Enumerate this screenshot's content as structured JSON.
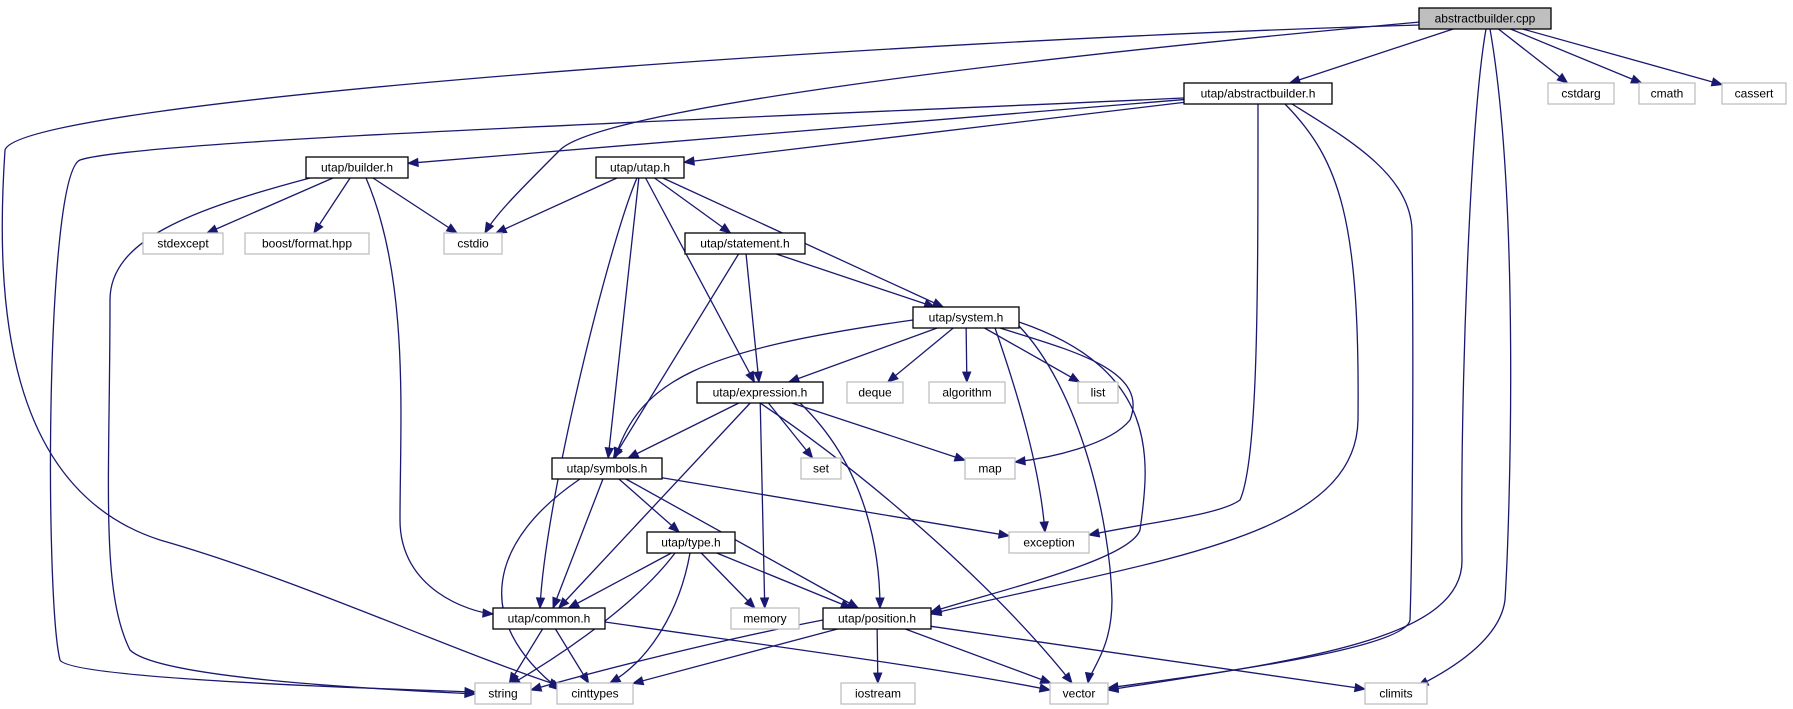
{
  "diagram": {
    "type": "include-dependency-graph",
    "colors": {
      "edge": "#191970",
      "root_fill": "#bfbfbf",
      "local_border": "#000000",
      "system_border": "#bfbfbf",
      "background": "#ffffff"
    },
    "nodes": [
      {
        "id": "abstractbuilder_cpp",
        "label": "abstractbuilder.cpp",
        "kind": "root"
      },
      {
        "id": "abstractbuilder_h",
        "label": "utap/abstractbuilder.h",
        "kind": "local"
      },
      {
        "id": "cstdarg",
        "label": "cstdarg",
        "kind": "system"
      },
      {
        "id": "cmath",
        "label": "cmath",
        "kind": "system"
      },
      {
        "id": "cassert",
        "label": "cassert",
        "kind": "system"
      },
      {
        "id": "builder_h",
        "label": "utap/builder.h",
        "kind": "local"
      },
      {
        "id": "utap_h",
        "label": "utap/utap.h",
        "kind": "local"
      },
      {
        "id": "stdexcept",
        "label": "stdexcept",
        "kind": "system"
      },
      {
        "id": "boost_format",
        "label": "boost/format.hpp",
        "kind": "system"
      },
      {
        "id": "cstdio",
        "label": "cstdio",
        "kind": "system"
      },
      {
        "id": "statement_h",
        "label": "utap/statement.h",
        "kind": "local"
      },
      {
        "id": "system_h",
        "label": "utap/system.h",
        "kind": "local"
      },
      {
        "id": "expression_h",
        "label": "utap/expression.h",
        "kind": "local"
      },
      {
        "id": "deque",
        "label": "deque",
        "kind": "system"
      },
      {
        "id": "algorithm",
        "label": "algorithm",
        "kind": "system"
      },
      {
        "id": "list",
        "label": "list",
        "kind": "system"
      },
      {
        "id": "symbols_h",
        "label": "utap/symbols.h",
        "kind": "local"
      },
      {
        "id": "set",
        "label": "set",
        "kind": "system"
      },
      {
        "id": "map",
        "label": "map",
        "kind": "system"
      },
      {
        "id": "exception",
        "label": "exception",
        "kind": "system"
      },
      {
        "id": "type_h",
        "label": "utap/type.h",
        "kind": "local"
      },
      {
        "id": "common_h",
        "label": "utap/common.h",
        "kind": "local"
      },
      {
        "id": "memory",
        "label": "memory",
        "kind": "system"
      },
      {
        "id": "position_h",
        "label": "utap/position.h",
        "kind": "local"
      },
      {
        "id": "string",
        "label": "string",
        "kind": "system"
      },
      {
        "id": "cinttypes",
        "label": "cinttypes",
        "kind": "system"
      },
      {
        "id": "iostream",
        "label": "iostream",
        "kind": "system"
      },
      {
        "id": "vector",
        "label": "vector",
        "kind": "system"
      },
      {
        "id": "climits",
        "label": "climits",
        "kind": "system"
      }
    ],
    "edges": [
      [
        "abstractbuilder_cpp",
        "abstractbuilder_h"
      ],
      [
        "abstractbuilder_cpp",
        "cstdarg"
      ],
      [
        "abstractbuilder_cpp",
        "cmath"
      ],
      [
        "abstractbuilder_cpp",
        "cassert"
      ],
      [
        "abstractbuilder_cpp",
        "cstdio"
      ],
      [
        "abstractbuilder_cpp",
        "cinttypes"
      ],
      [
        "abstractbuilder_cpp",
        "vector"
      ],
      [
        "abstractbuilder_cpp",
        "climits"
      ],
      [
        "abstractbuilder_h",
        "builder_h"
      ],
      [
        "abstractbuilder_h",
        "utap_h"
      ],
      [
        "abstractbuilder_h",
        "string"
      ],
      [
        "abstractbuilder_h",
        "exception"
      ],
      [
        "abstractbuilder_h",
        "position_h"
      ],
      [
        "abstractbuilder_h",
        "vector"
      ],
      [
        "builder_h",
        "stdexcept"
      ],
      [
        "builder_h",
        "boost_format"
      ],
      [
        "builder_h",
        "cstdio"
      ],
      [
        "builder_h",
        "common_h"
      ],
      [
        "builder_h",
        "string"
      ],
      [
        "utap_h",
        "cstdio"
      ],
      [
        "utap_h",
        "statement_h"
      ],
      [
        "utap_h",
        "system_h"
      ],
      [
        "utap_h",
        "expression_h"
      ],
      [
        "utap_h",
        "symbols_h"
      ],
      [
        "utap_h",
        "common_h"
      ],
      [
        "statement_h",
        "system_h"
      ],
      [
        "statement_h",
        "expression_h"
      ],
      [
        "statement_h",
        "symbols_h"
      ],
      [
        "system_h",
        "expression_h"
      ],
      [
        "system_h",
        "symbols_h"
      ],
      [
        "system_h",
        "deque"
      ],
      [
        "system_h",
        "algorithm"
      ],
      [
        "system_h",
        "list"
      ],
      [
        "system_h",
        "map"
      ],
      [
        "system_h",
        "exception"
      ],
      [
        "system_h",
        "position_h"
      ],
      [
        "system_h",
        "vector"
      ],
      [
        "expression_h",
        "symbols_h"
      ],
      [
        "expression_h",
        "set"
      ],
      [
        "expression_h",
        "map"
      ],
      [
        "expression_h",
        "common_h"
      ],
      [
        "expression_h",
        "memory"
      ],
      [
        "expression_h",
        "position_h"
      ],
      [
        "expression_h",
        "vector"
      ],
      [
        "symbols_h",
        "exception"
      ],
      [
        "symbols_h",
        "type_h"
      ],
      [
        "symbols_h",
        "common_h"
      ],
      [
        "symbols_h",
        "position_h"
      ],
      [
        "symbols_h",
        "cinttypes"
      ],
      [
        "type_h",
        "common_h"
      ],
      [
        "type_h",
        "memory"
      ],
      [
        "type_h",
        "position_h"
      ],
      [
        "type_h",
        "string"
      ],
      [
        "type_h",
        "cinttypes"
      ],
      [
        "common_h",
        "string"
      ],
      [
        "common_h",
        "cinttypes"
      ],
      [
        "common_h",
        "vector"
      ],
      [
        "position_h",
        "string"
      ],
      [
        "position_h",
        "cinttypes"
      ],
      [
        "position_h",
        "iostream"
      ],
      [
        "position_h",
        "vector"
      ],
      [
        "position_h",
        "climits"
      ]
    ]
  }
}
